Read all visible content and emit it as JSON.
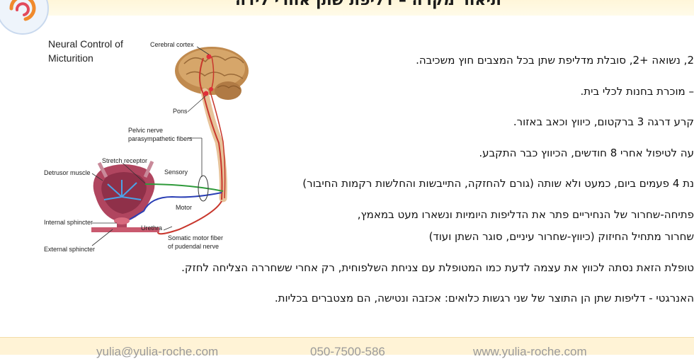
{
  "slide": {
    "title": "תיאור מקרה – דליפת שתן אחרי לידה"
  },
  "diagram": {
    "title_line1": "Neural Control of",
    "title_line2": "Micturition",
    "labels": {
      "cerebral_cortex": "Cerebral cortex",
      "pons": "Pons",
      "pelvic_nerve_1": "Pelvic nerve",
      "pelvic_nerve_2": "parasympathetic fibers",
      "stretch_receptor": "Stretch receptor",
      "detrusor_muscle": "Detrusor muscle",
      "sensory": "Sensory",
      "motor": "Motor",
      "internal_sphincter": "Internal sphincter",
      "urethra": "Urethra",
      "external_sphincter": "External sphincter",
      "somatic_1": "Somatic motor fiber",
      "somatic_2": "of pudendal nerve"
    },
    "colors": {
      "red": "#c8372d",
      "green": "#2e9a3a",
      "blue": "#2b3fb5",
      "bladder": "#b0455f"
    }
  },
  "content": {
    "lines": [
      "2, נשואה +2, סובלת מדליפת שתן בכל המצבים חוץ משכיבה.",
      "– מוכרת בחנות לכלי בית.",
      "קרע דרגה 3 ברקטום, כיווץ וכאב באזור.",
      "עה לטיפול אחרי 8 חודשים, הכיווץ כבר התקבע.",
      "נת 4 פעמים ביום, כמעט ולא שותה (גורם להחזקה, התייבשות והחלשות רקמות החיבור)",
      "פתיחה-שחרור של הנחיריים פתר את הדליפות היומיות ונשארו מעט במאמץ,",
      "שחרור מתחיל החיזוק (כיווץ-שחרור עיניים, סוגר השתן ועוד)",
      "טופלת הזאת נסתה לכווץ את עצמה לדעת כמו המטופלת עם צניחת השלפוחית, רק אחרי ששחררה הצליחה לחזק.",
      "האנרגטי - דליפות שתן הן התוצר של שני רגשות כלואים: אכזבה ונטישה, הם מצטברים בכליות."
    ]
  },
  "footer": {
    "email": "yulia@yulia-roche.com",
    "phone": "050-7500-586",
    "website": "www.yulia-roche.com"
  }
}
